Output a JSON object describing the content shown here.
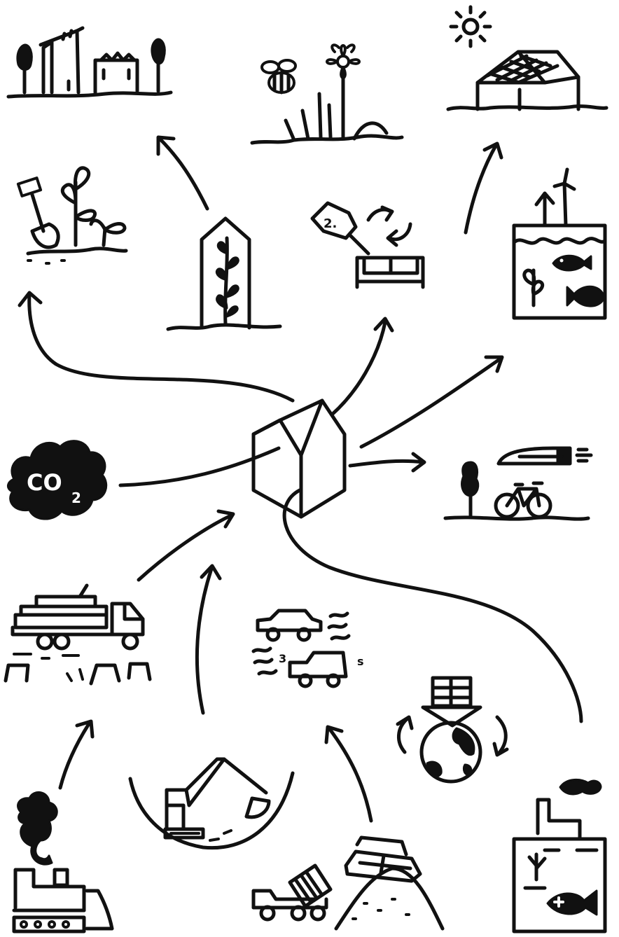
{
  "diagram": {
    "co2_label": "CO",
    "co2_subscript": "2",
    "price_tag_label": "2.",
    "truck_speed_mark": "3",
    "van_speed_mark": "s"
  }
}
